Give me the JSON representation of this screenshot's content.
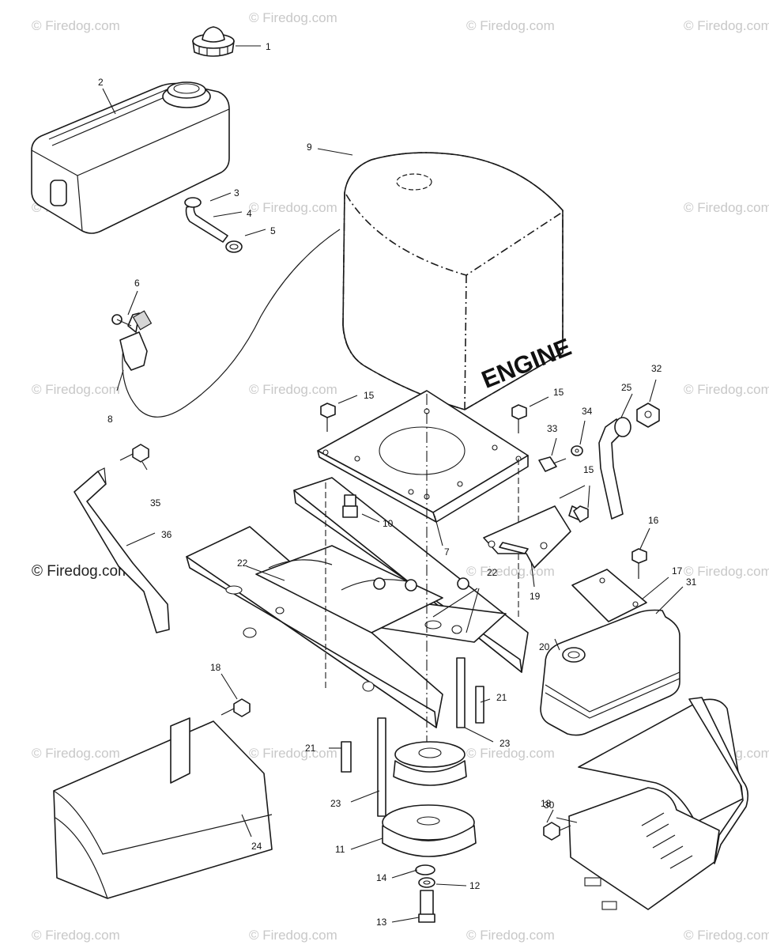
{
  "diagram": {
    "engine_label": "ENGINE",
    "watermark": "© Firedog.com",
    "callouts": {
      "c1": "1",
      "c2": "2",
      "c3": "3",
      "c4": "4",
      "c5": "5",
      "c6": "6",
      "c7": "7",
      "c8": "8",
      "c9": "9",
      "c10": "10",
      "c11": "11",
      "c12": "12",
      "c13": "13",
      "c14": "14",
      "c15a": "15",
      "c15b": "15",
      "c15c": "15",
      "c16": "16",
      "c17": "17",
      "c18a": "18",
      "c18b": "18",
      "c19": "19",
      "c20": "20",
      "c21a": "21",
      "c21b": "21",
      "c22a": "22",
      "c22b": "22",
      "c23a": "23",
      "c23b": "23",
      "c24": "24",
      "c25": "25",
      "c30": "30",
      "c31": "31",
      "c32": "32",
      "c33": "33",
      "c34": "34",
      "c35": "35",
      "c36": "36"
    }
  }
}
